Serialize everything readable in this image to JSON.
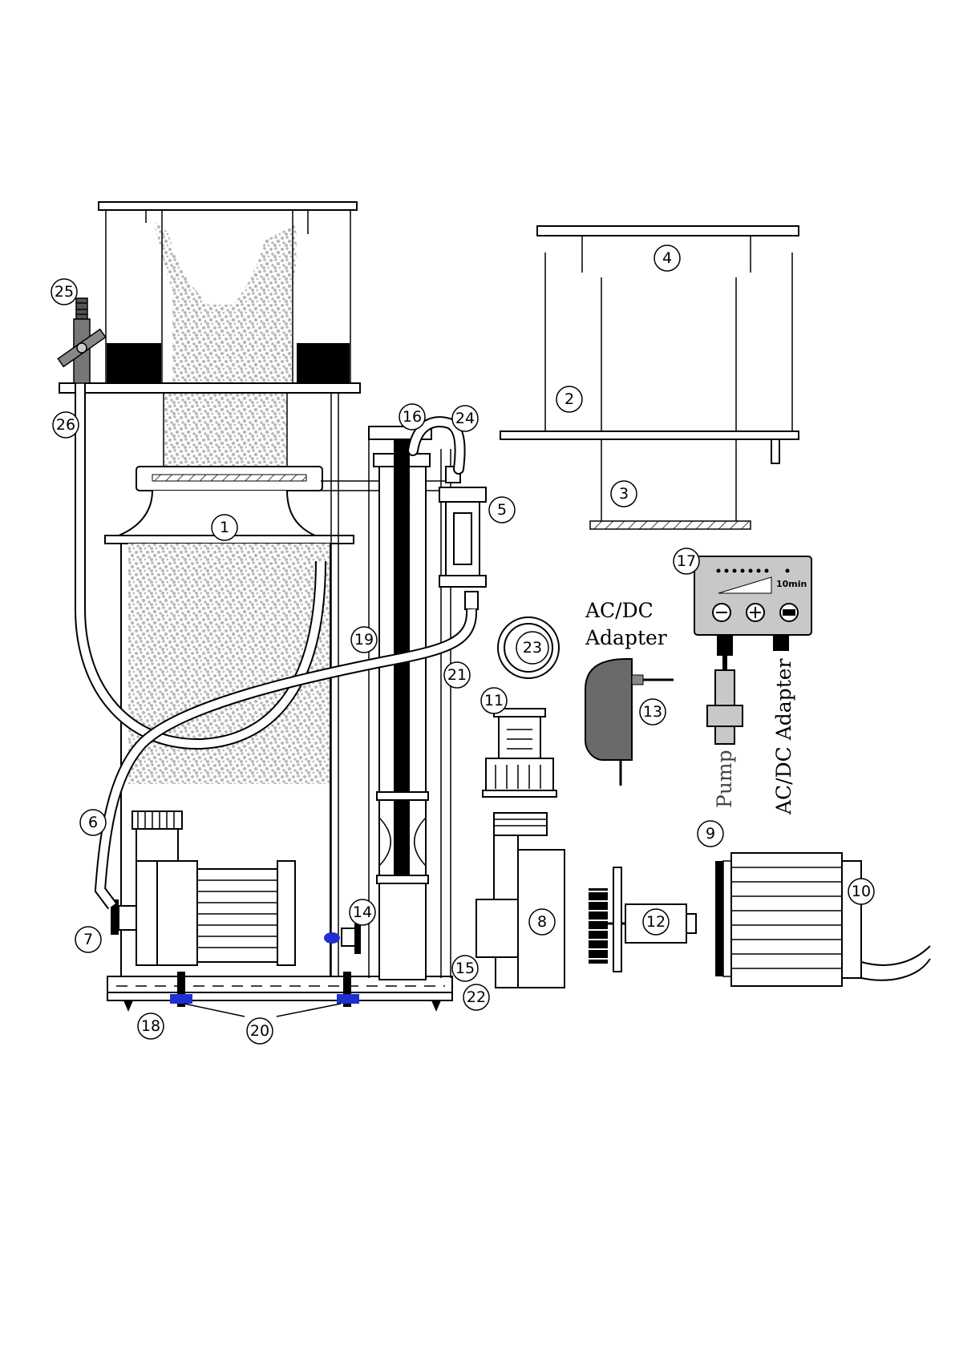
{
  "diagram": {
    "callouts": [
      {
        "id": "c1",
        "label": "1"
      },
      {
        "id": "c2",
        "label": "2"
      },
      {
        "id": "c3",
        "label": "3"
      },
      {
        "id": "c4",
        "label": "4"
      },
      {
        "id": "c5",
        "label": "5"
      },
      {
        "id": "c6",
        "label": "6"
      },
      {
        "id": "c7",
        "label": "7"
      },
      {
        "id": "c8",
        "label": "8"
      },
      {
        "id": "c9",
        "label": "9"
      },
      {
        "id": "c10",
        "label": "10"
      },
      {
        "id": "c11",
        "label": "11"
      },
      {
        "id": "c12",
        "label": "12"
      },
      {
        "id": "c13",
        "label": "13"
      },
      {
        "id": "c14",
        "label": "14"
      },
      {
        "id": "c15",
        "label": "15"
      },
      {
        "id": "c16",
        "label": "16"
      },
      {
        "id": "c17",
        "label": "17"
      },
      {
        "id": "c18",
        "label": "18"
      },
      {
        "id": "c19",
        "label": "19"
      },
      {
        "id": "c20",
        "label": "20"
      },
      {
        "id": "c21",
        "label": "21"
      },
      {
        "id": "c22",
        "label": "22"
      },
      {
        "id": "c23",
        "label": "23"
      },
      {
        "id": "c24",
        "label": "24"
      },
      {
        "id": "c25",
        "label": "25"
      },
      {
        "id": "c26",
        "label": "26"
      }
    ],
    "adapter_caption_line1": "AC/DC",
    "adapter_caption_line2": "Adapter",
    "pump_label": "Pump",
    "adapter_vertical_label": "AC/DC Adapter",
    "controller_timer_label": "10min",
    "colors": {
      "foam": "#b8b8b8",
      "ink": "#000000",
      "valve_blue": "#1f2fd0",
      "adapter_gray": "#6a6a6a",
      "controller_body": "#c8c8c8"
    }
  }
}
